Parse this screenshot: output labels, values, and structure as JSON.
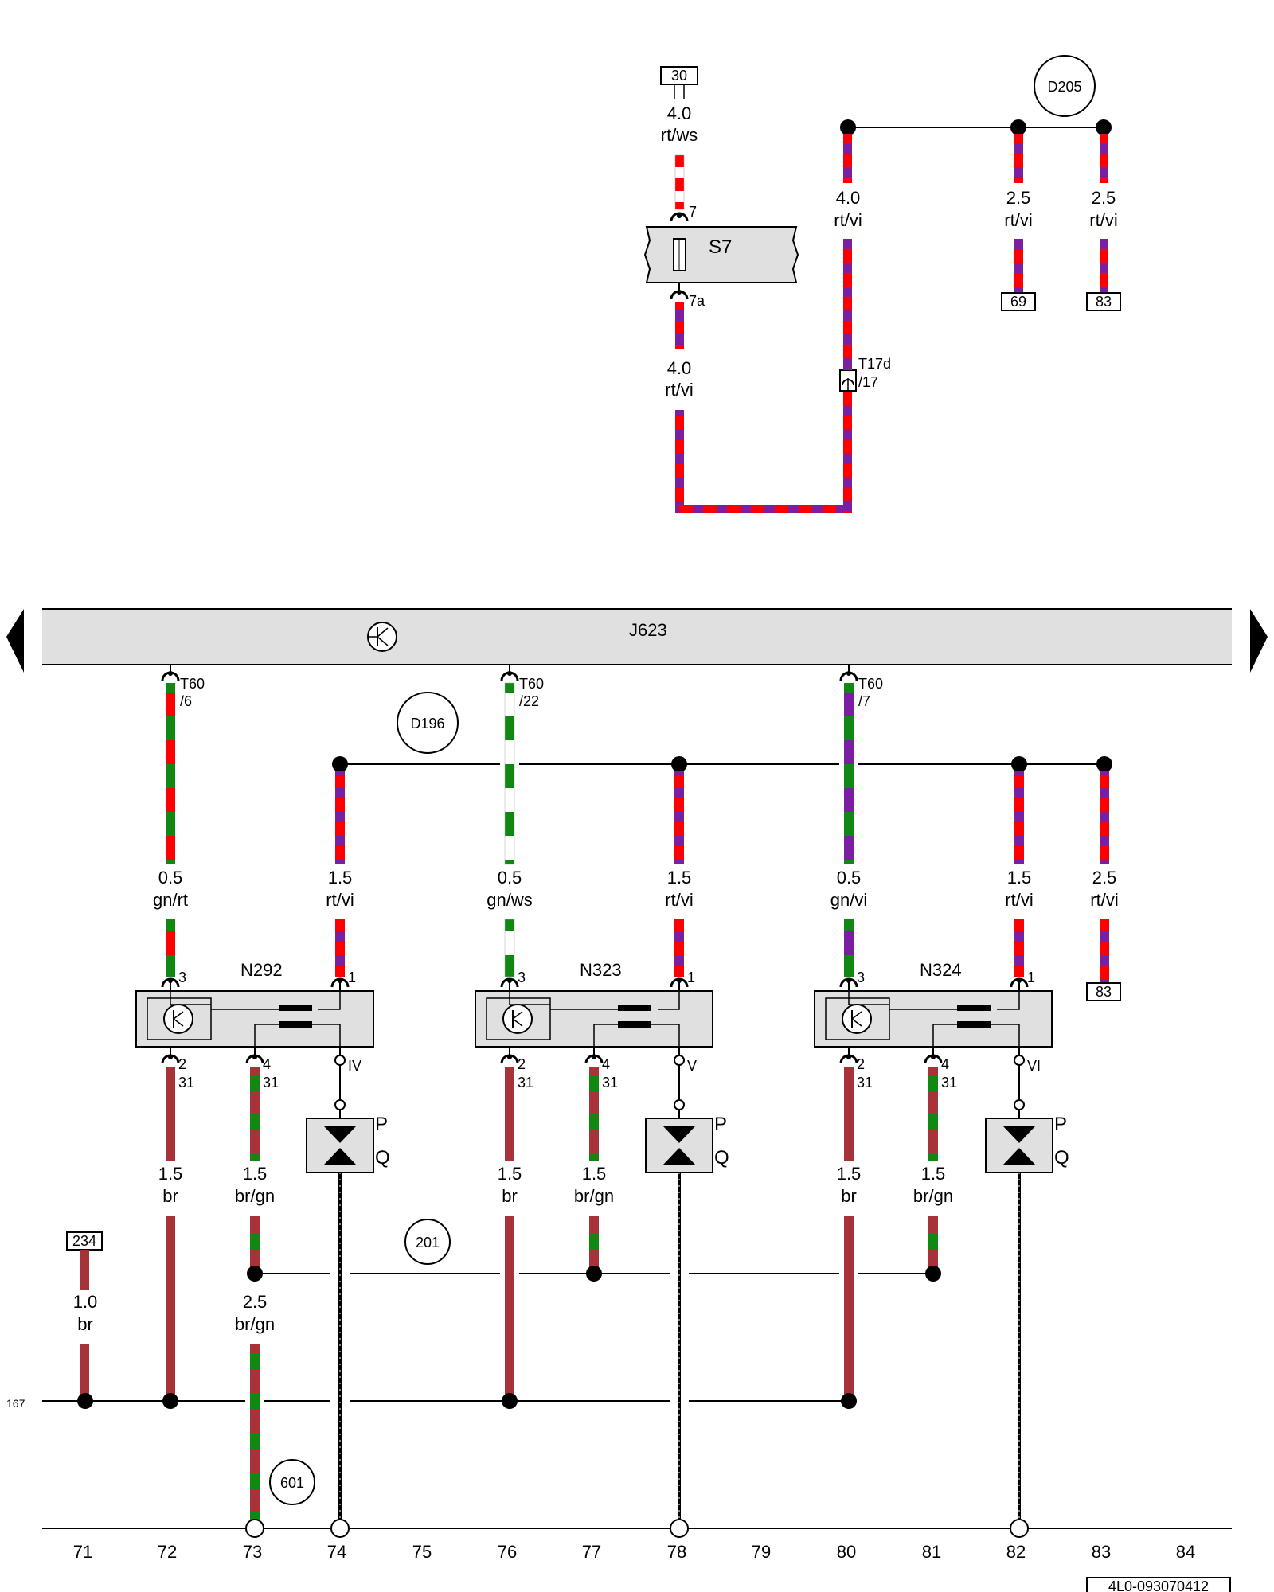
{
  "colors": {
    "red": "#ff0000",
    "violet": "#7a1fa2",
    "green": "#118811",
    "white": "#ffffff",
    "brown": "#a8323a",
    "gray": "#e0e0e0"
  },
  "terminals": {
    "t30": "30",
    "t69": "69",
    "t83a": "83",
    "t83b": "83",
    "t234": "234"
  },
  "fuse": {
    "name": "S7",
    "pin_in": "7",
    "pin_out": "7a"
  },
  "connector_t17d": {
    "name": "T17d",
    "pin": "/17"
  },
  "circles": {
    "d205": "D205",
    "d196": "D196",
    "c201": "201",
    "c601": "601"
  },
  "wires": {
    "w30": {
      "size": "4.0",
      "color": "rt/ws"
    },
    "wfuse": {
      "size": "4.0",
      "color": "rt/vi"
    },
    "wd205a": {
      "size": "4.0",
      "color": "rt/vi"
    },
    "wd205b": {
      "size": "2.5",
      "color": "rt/vi"
    },
    "wd205c": {
      "size": "2.5",
      "color": "rt/vi"
    },
    "w72": {
      "size": "0.5",
      "color": "gn/rt"
    },
    "w74": {
      "size": "1.5",
      "color": "rt/vi"
    },
    "w76": {
      "size": "0.5",
      "color": "gn/ws"
    },
    "w78": {
      "size": "1.5",
      "color": "rt/vi"
    },
    "w80": {
      "size": "0.5",
      "color": "gn/vi"
    },
    "w82": {
      "size": "1.5",
      "color": "rt/vi"
    },
    "w83": {
      "size": "2.5",
      "color": "rt/vi"
    },
    "g72": {
      "size": "1.5",
      "color": "br"
    },
    "g73": {
      "size": "1.5",
      "color": "br/gn"
    },
    "g76": {
      "size": "1.5",
      "color": "br"
    },
    "g77": {
      "size": "1.5",
      "color": "br/gn"
    },
    "g80": {
      "size": "1.5",
      "color": "br"
    },
    "g81": {
      "size": "1.5",
      "color": "br/gn"
    },
    "g71": {
      "size": "1.0",
      "color": "br"
    },
    "g73b": {
      "size": "2.5",
      "color": "br/gn"
    }
  },
  "ecu": {
    "name": "J623"
  },
  "ecu_pins": {
    "p6": {
      "conn": "T60",
      "pin": "/6"
    },
    "p22": {
      "conn": "T60",
      "pin": "/22"
    },
    "p7": {
      "conn": "T60",
      "pin": "/7"
    }
  },
  "coils": [
    {
      "name": "N292",
      "pin3": "3",
      "pin1": "1",
      "pin2": "2",
      "pin2b": "31",
      "pin4": "4",
      "pin4b": "31",
      "out": "IV"
    },
    {
      "name": "N323",
      "pin3": "3",
      "pin1": "1",
      "pin2": "2",
      "pin2b": "31",
      "pin4": "4",
      "pin4b": "31",
      "out": "V"
    },
    {
      "name": "N324",
      "pin3": "3",
      "pin1": "1",
      "pin2": "2",
      "pin2b": "31",
      "pin4": "4",
      "pin4b": "31",
      "out": "VI"
    }
  ],
  "spark_plug": {
    "p": "P",
    "q": "Q"
  },
  "ground_ref": "167",
  "track_numbers": [
    "71",
    "72",
    "73",
    "74",
    "75",
    "76",
    "77",
    "78",
    "79",
    "80",
    "81",
    "82",
    "83",
    "84"
  ],
  "doc_id": "4L0-093070412"
}
